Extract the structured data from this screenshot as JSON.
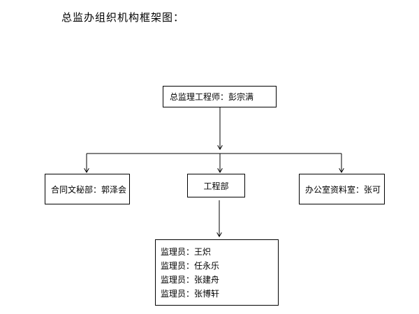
{
  "title": "总监办组织机构框架图：",
  "chief": "总监理工程师：彭宗满",
  "departments": [
    "合同文秘部：郭泽会",
    "工程部",
    "办公室资料室：张可"
  ],
  "engineering_members": [
    "监理员：王炽",
    "监理员：任永乐",
    "监理员：张建舟",
    "监理员：张博轩"
  ]
}
